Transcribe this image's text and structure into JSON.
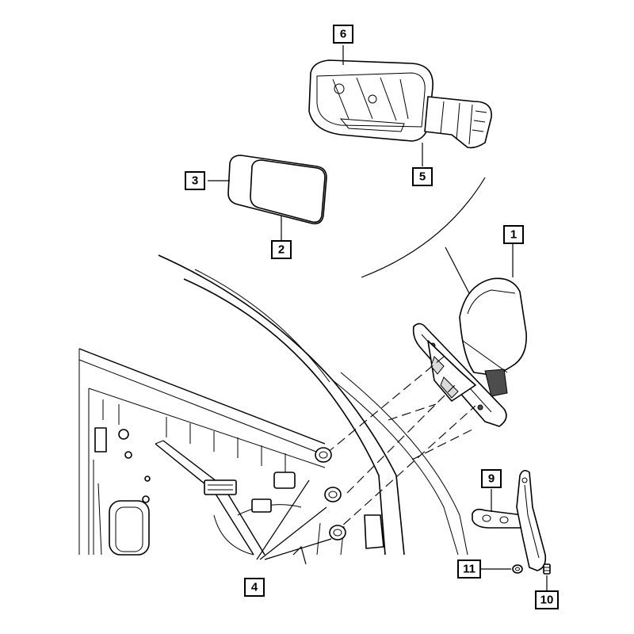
{
  "callouts": [
    {
      "id": "1",
      "label": "1"
    },
    {
      "id": "2",
      "label": "2"
    },
    {
      "id": "3",
      "label": "3"
    },
    {
      "id": "4",
      "label": "4"
    },
    {
      "id": "5",
      "label": "5"
    },
    {
      "id": "6",
      "label": "6"
    },
    {
      "id": "9",
      "label": "9"
    },
    {
      "id": "10",
      "label": "10"
    },
    {
      "id": "11",
      "label": "11"
    }
  ],
  "colors": {
    "ink": "#000000",
    "paper": "#ffffff",
    "shade": "#d9d9d9"
  }
}
